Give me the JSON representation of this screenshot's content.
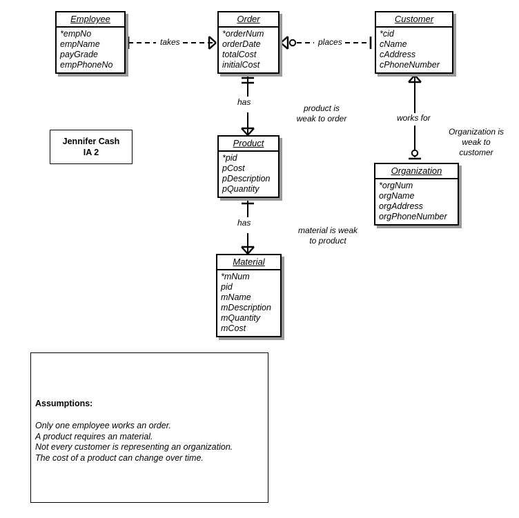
{
  "diagram": {
    "kind": "er-diagram",
    "stroke_color": "#000000",
    "shadow_color": "#9a9a9a",
    "background": "#ffffff"
  },
  "entities": [
    {
      "id": "employee",
      "name": "Employee",
      "attributes": [
        "*empNo",
        "empName",
        "payGrade",
        "empPhoneNo"
      ]
    },
    {
      "id": "order",
      "name": "Order",
      "attributes": [
        "*orderNum",
        "orderDate",
        "totalCost",
        "initialCost"
      ]
    },
    {
      "id": "customer",
      "name": "Customer",
      "attributes": [
        "*cid",
        "cName",
        "cAddress",
        "cPhoneNumber"
      ]
    },
    {
      "id": "product",
      "name": "Product",
      "attributes": [
        "*pid",
        "pCost",
        "pDescription",
        "pQuantity"
      ]
    },
    {
      "id": "organization",
      "name": "Organization",
      "attributes": [
        "*orgNum",
        "orgName",
        "orgAddress",
        "orgPhoneNumber"
      ]
    },
    {
      "id": "material",
      "name": "Material",
      "attributes": [
        "*mNum",
        "pid",
        "mName",
        "mDescription",
        "mQuantity",
        "mCost"
      ]
    }
  ],
  "relationships": [
    {
      "id": "takes",
      "label": "takes",
      "from": "employee",
      "to": "order",
      "line_style": "dashed",
      "from_cardinality": "one-mandatory",
      "to_cardinality": "many"
    },
    {
      "id": "places",
      "label": "places",
      "from": "order",
      "to": "customer",
      "line_style": "dashed",
      "from_cardinality": "zero-or-many",
      "to_cardinality": "one-mandatory"
    },
    {
      "id": "order-has-product",
      "label": "has",
      "from": "order",
      "to": "product",
      "line_style": "solid",
      "from_cardinality": "one-and-only-one",
      "to_cardinality": "many"
    },
    {
      "id": "product-has-material",
      "label": "has",
      "from": "product",
      "to": "material",
      "line_style": "solid",
      "from_cardinality": "one-and-only-one",
      "to_cardinality": "many"
    },
    {
      "id": "works-for",
      "label": "works for",
      "from": "customer",
      "to": "organization",
      "line_style": "solid",
      "from_cardinality": "many",
      "to_cardinality": "zero-or-one"
    }
  ],
  "notes": [
    {
      "id": "note-product-weak",
      "text": "product is\nweak to order"
    },
    {
      "id": "note-material-weak",
      "text": "material is weak\nto product"
    },
    {
      "id": "note-organization-weak",
      "text": "Organization is\nweak to\ncustomer"
    }
  ],
  "name_box": {
    "author": "Jennifer Cash",
    "assignment": "IA 2"
  },
  "assumptions": {
    "title": "Assumptions:",
    "items": [
      "Only one employee works an order.",
      "A product requires an material.",
      "Not every customer is representing an organization.",
      "The cost of a product can change over time."
    ]
  }
}
